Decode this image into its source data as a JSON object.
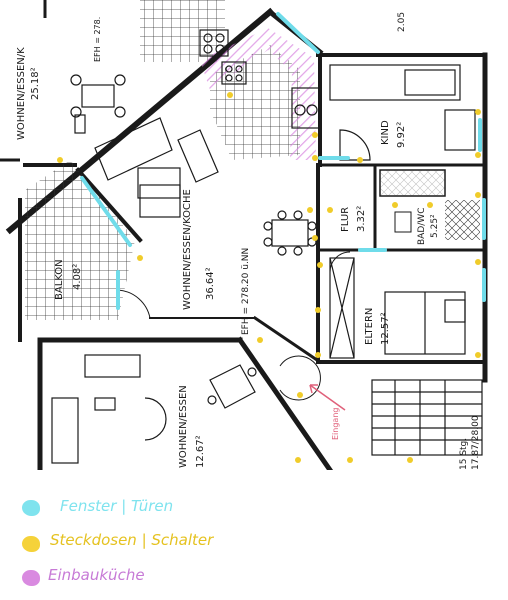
{
  "rooms": {
    "wohnen_top_left": "WOHNEN/ESSEN/K",
    "wohnen_top_left_area": "25.18²",
    "top_left_efh": "EFH = 278.",
    "wohnen_main": "WOHNEN/ESSEN/KOCHE",
    "wohnen_main_area": "36.64²",
    "main_efh": "EFH = 278.20 ü.NN",
    "balkon": "BALKON",
    "balkon_area": "4.08²",
    "kind": "KIND",
    "kind_area": "9.92²",
    "flur": "FLUR",
    "flur_area": "3.32²",
    "bad": "BAD/WC",
    "bad_area": "5.25²",
    "eltern": "ELTERN",
    "eltern_area": "12.57²",
    "wohnen_bottom": "WOHNEN/ESSEN",
    "wohnen_bottom_area": "12.67²",
    "stair_1": "15 Stg.",
    "stair_2": "17.87/28.00",
    "top_right_num": "2.05",
    "entry_note": "Eingang"
  },
  "legend": [
    {
      "label": "Fenster | Türen",
      "color": "#7fe3ee"
    },
    {
      "label": "Steckdosen | Schalter",
      "color": "#f5d23a"
    },
    {
      "label": "Einbauküche",
      "color": "#d98ae0"
    }
  ],
  "colors": {
    "line": "#1a1a1a",
    "window": "#6fdcea",
    "outlet": "#f0cc2a",
    "kitchen": "#d680de",
    "note": "#e0607a"
  }
}
